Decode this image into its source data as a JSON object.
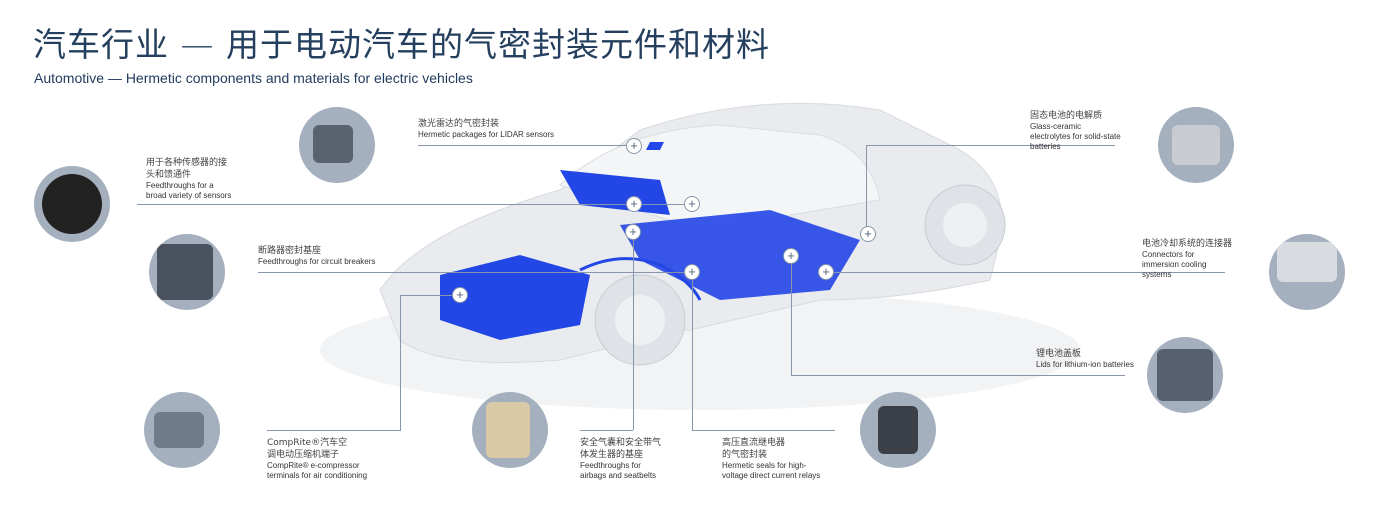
{
  "title": "汽车行业 — 用于电动汽车的气密封装元件和材料",
  "subtitle": "Automotive — Hermetic components and materials for electric vehicles",
  "callouts": {
    "lidar": {
      "zh": "激光雷达的气密封装",
      "en": "Hermetic packages for LIDAR sensors"
    },
    "sensors": {
      "zh": "用于各种传感器的接头和馈通件",
      "en": "Feedthroughs for a broad variety of sensors"
    },
    "breakers": {
      "zh": "断路器密封基座",
      "en": "Feedthroughs for circuit breakers"
    },
    "comprite": {
      "zh": "CompRite®汽车空调电动压缩机端子",
      "en": "CompRite® e-compressor terminals for air conditioning"
    },
    "airbag": {
      "zh": "安全气囊和安全带气体发生器的基座",
      "en": "Feedthroughs for airbags and seatbelts"
    },
    "relay": {
      "zh": "高压直流继电器的气密封装",
      "en": "Hermetic seals for high-voltage direct current relays"
    },
    "solidstate": {
      "zh": "固态电池的电解质",
      "en": "Glass-ceramic electrolytes for solid-state batteries"
    },
    "cooling": {
      "zh": "电池冷却系统的连接器",
      "en": "Connectors for immersion cooling systems"
    },
    "lithium": {
      "zh": "锂电池盖板",
      "en": "Lids for lithium-ion batteries"
    }
  },
  "plus_symbol": "+",
  "colors": {
    "accent": "#1f3fe0",
    "line": "#8796a8",
    "bubble": "#a5b0bf"
  }
}
